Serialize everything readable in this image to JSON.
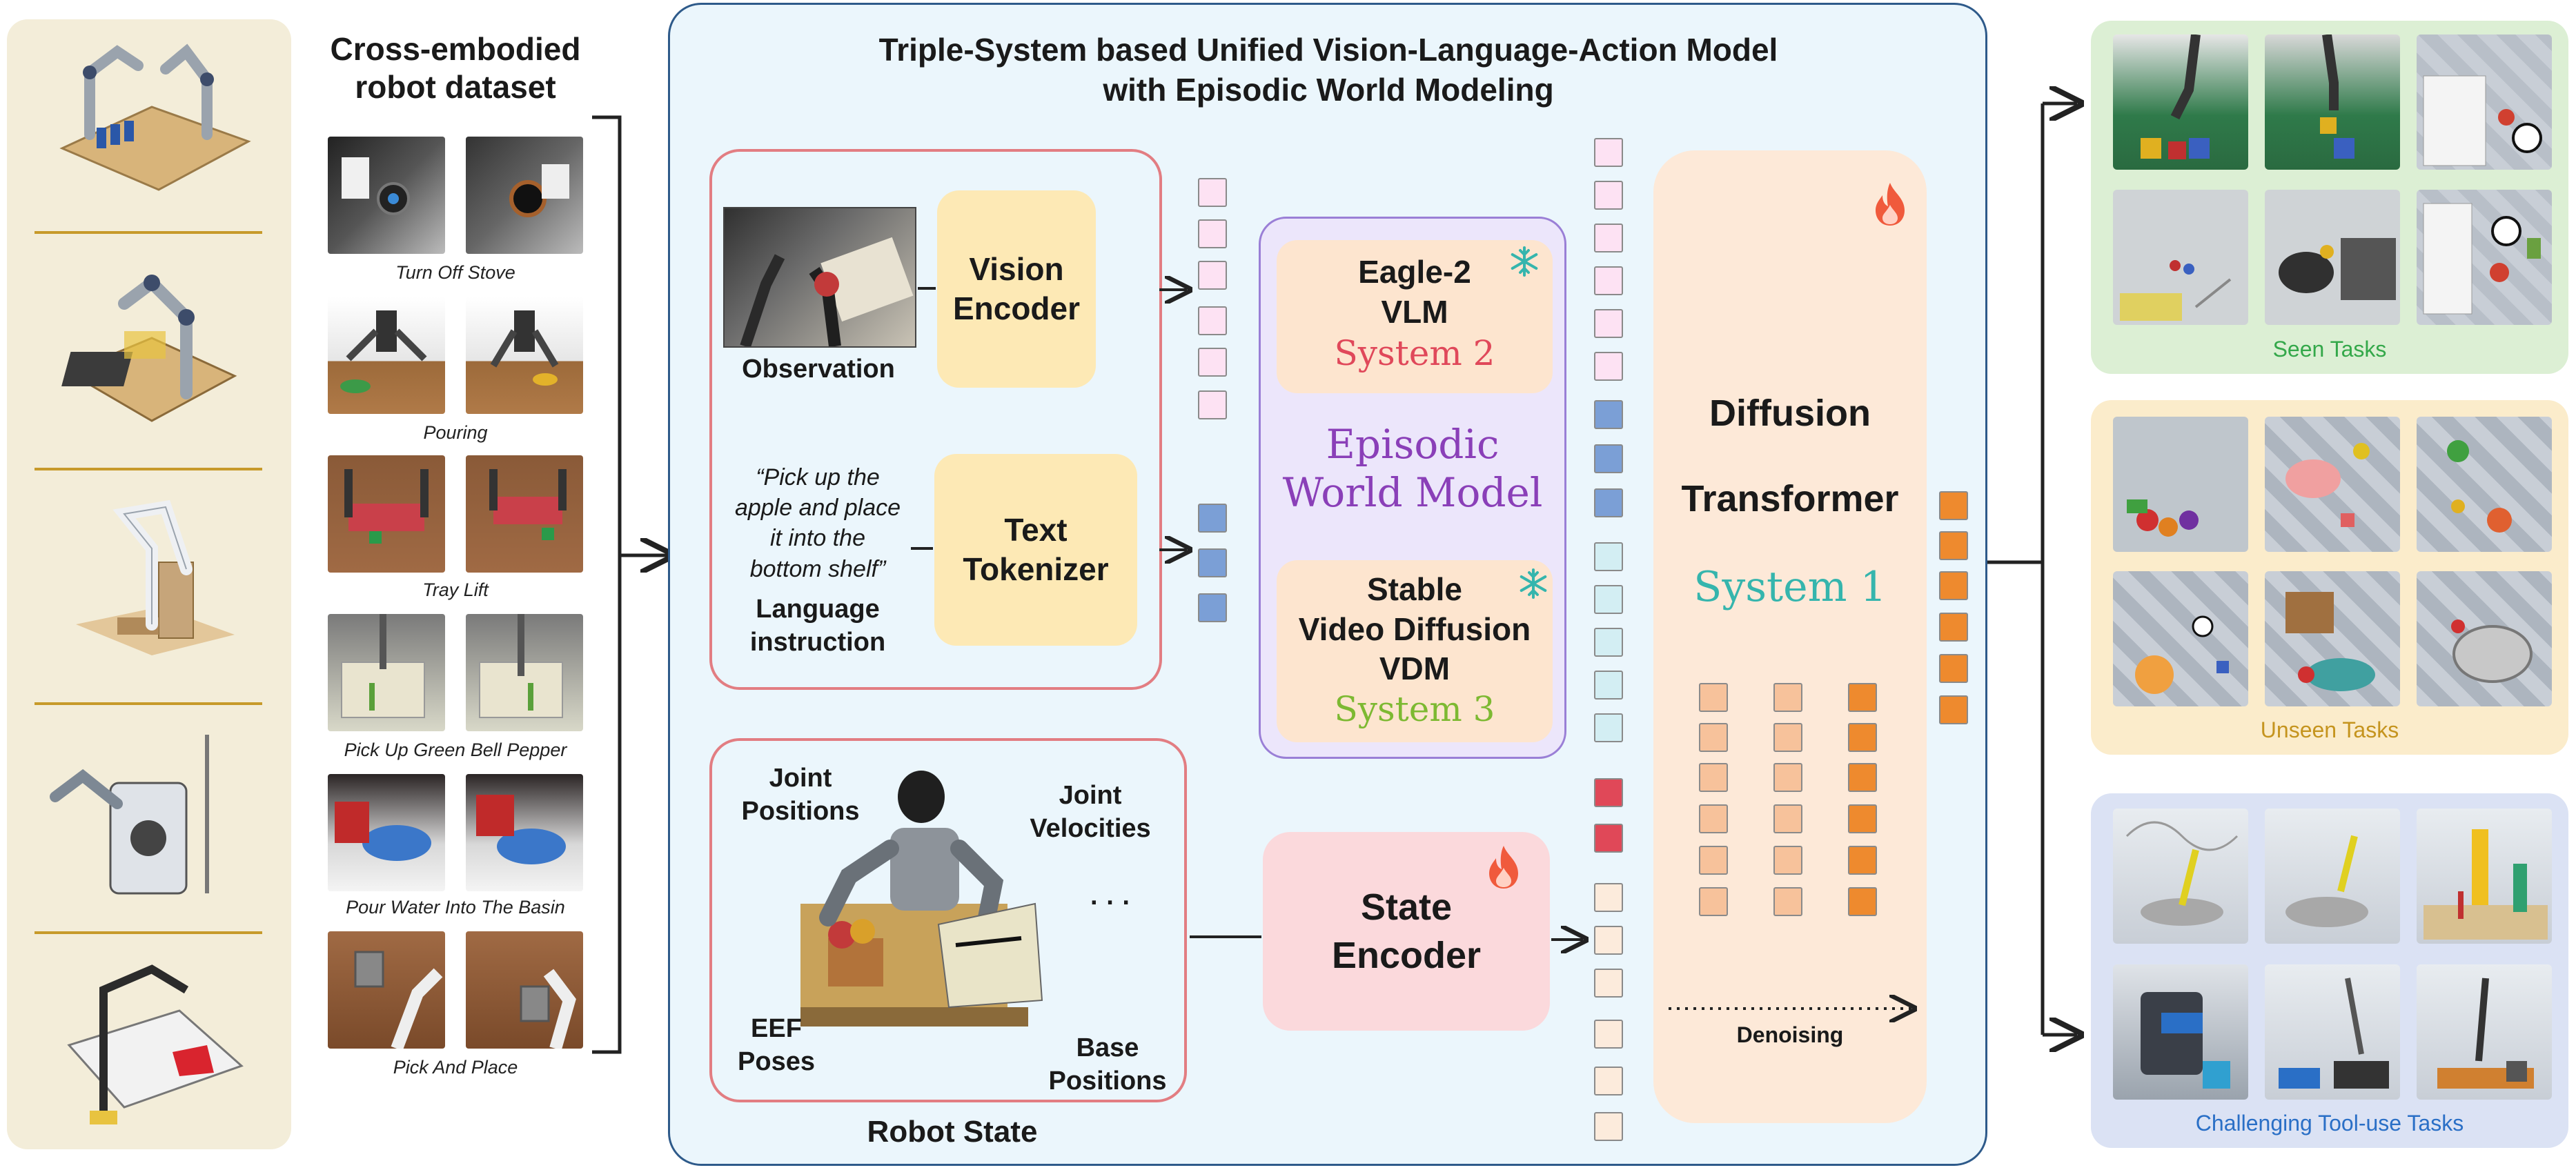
{
  "colors": {
    "left_panel_bg": "#f3edd9",
    "main_panel_bg": "#ebf6fc",
    "main_panel_border": "#2e5a8a",
    "red_border": "#e27d82",
    "purple_border": "#9a7fd6",
    "purple_fill": "#ece6fb",
    "yellow_fill": "#fde9b5",
    "peach_fill": "#fde5cf",
    "pink_fill": "#fbd9dc",
    "dit_fill": "#fde9d8",
    "seen_bg": "#dcefd4",
    "unseen_bg": "#fbeccb",
    "challenging_bg": "#dbe2f4",
    "system1_color": "#35b5ad",
    "system2_color": "#e0485a",
    "system3_color": "#7db932",
    "episodic_color": "#8a3fb8",
    "seen_text": "#34a84a",
    "unseen_text": "#c5941e",
    "challenging_text": "#2a6fc6"
  },
  "dataset": {
    "title": "Cross-embodied robot dataset",
    "title_line1": "Cross-embodied",
    "title_line2": "robot dataset",
    "captions": [
      "Turn Off Stove",
      "Pouring",
      "Tray Lift",
      "Pick Up Green Bell Pepper",
      "Pour Water Into The Basin",
      "Pick And Place"
    ]
  },
  "main": {
    "title_line1": "Triple-System based Unified Vision-Language-Action Model",
    "title_line2": "with Episodic World Modeling"
  },
  "input": {
    "observation_label": "Observation",
    "vision_encoder_line1": "Vision",
    "vision_encoder_line2": "Encoder",
    "instruction_line1": "“Pick up the",
    "instruction_line2": "apple and place",
    "instruction_line3": "it into the",
    "instruction_line4": "bottom shelf”",
    "language_label_line1": "Language",
    "language_label_line2": "instruction",
    "text_tokenizer_line1": "Text",
    "text_tokenizer_line2": "Tokenizer"
  },
  "world_model": {
    "eagle_line1": "Eagle-2",
    "eagle_line2": "VLM",
    "system2": "System 2",
    "episodic_line1": "Episodic",
    "episodic_line2": "World Model",
    "svd_line1": "Stable",
    "svd_line2": "Video Diffusion",
    "svd_line3": "VDM",
    "system3": "System 3",
    "frozen_icon": "snowflake-icon"
  },
  "robot_state": {
    "joint_positions_line1": "Joint",
    "joint_positions_line2": "Positions",
    "joint_velocities_line1": "Joint",
    "joint_velocities_line2": "Velocities",
    "ellipsis": "· · ·",
    "eef_line1": "EEF",
    "eef_line2": "Poses",
    "base_line1": "Base",
    "base_line2": "Positions",
    "label": "Robot State",
    "state_encoder_line1": "State",
    "state_encoder_line2": "Encoder",
    "trainable_icon": "flame-icon"
  },
  "dit": {
    "line1": "Diffusion",
    "line2": "Transformer",
    "system1": "System 1",
    "denoising": "Denoising",
    "trainable_icon": "flame-icon"
  },
  "tasks": {
    "seen": "Seen Tasks",
    "unseen": "Unseen Tasks",
    "challenging": "Challenging Tool-use Tasks"
  }
}
